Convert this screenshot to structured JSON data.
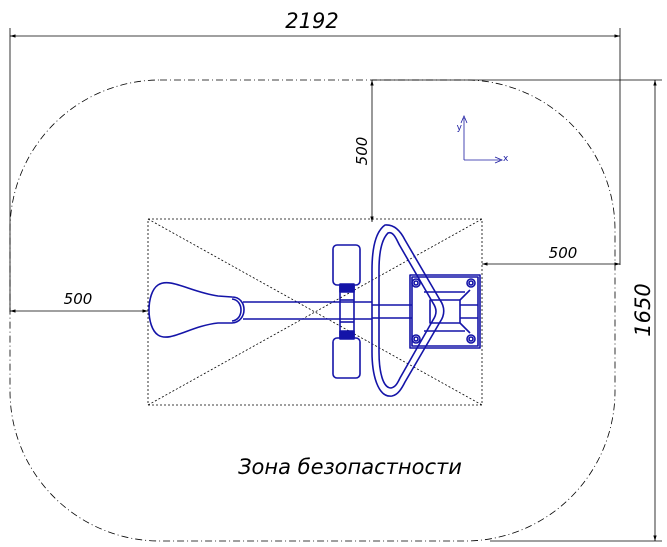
{
  "dimensions": {
    "overall_width": "2192",
    "overall_height": "1650",
    "top_clearance": "500",
    "right_clearance": "500",
    "left_clearance": "500"
  },
  "zone_label": "Зона безопастности",
  "axes": {
    "x": "x",
    "y": "y"
  },
  "colors": {
    "equipment": "#1414a8",
    "outline": "#000000",
    "background": "#ffffff"
  }
}
